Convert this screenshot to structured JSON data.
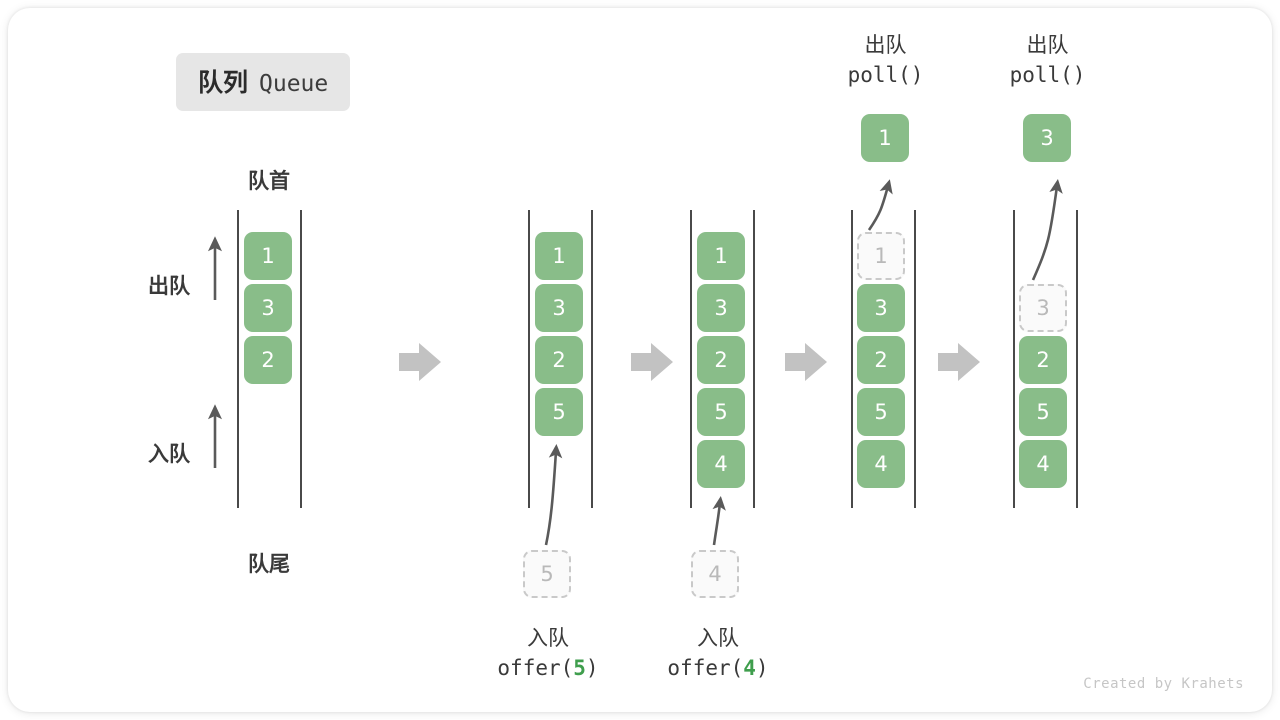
{
  "title": {
    "cn": "队列",
    "en": "Queue"
  },
  "axis_labels": {
    "head": "队首",
    "tail": "队尾",
    "dequeue": "出队",
    "enqueue": "入队"
  },
  "operations": {
    "offer5": {
      "cn": "入队",
      "code_prefix": "offer(",
      "code_value": "5",
      "code_suffix": ")"
    },
    "offer4": {
      "cn": "入队",
      "code_prefix": "offer(",
      "code_value": "4",
      "code_suffix": ")"
    },
    "poll1": {
      "cn": "出队",
      "code_prefix": "poll(",
      "code_value": "",
      "code_suffix": ")"
    },
    "poll2": {
      "cn": "出队",
      "code_prefix": "poll(",
      "code_value": "",
      "code_suffix": ")"
    }
  },
  "colors": {
    "element_green": "#89bd89",
    "ghost_border": "#c9c9c9",
    "ghost_text": "#b9b9b9",
    "rail": "#4a4a4a",
    "arrow": "#5a5a5a",
    "step_arrow": "#c2c2c2",
    "badge_bg": "#e6e6e6",
    "text": "#3a3a3a"
  },
  "stages": [
    {
      "name": "initial",
      "cells": [
        {
          "value": "1",
          "state": "filled"
        },
        {
          "value": "3",
          "state": "filled"
        },
        {
          "value": "2",
          "state": "filled"
        }
      ],
      "incoming": null,
      "outgoing": null
    },
    {
      "name": "after-offer-5",
      "cells": [
        {
          "value": "1",
          "state": "filled"
        },
        {
          "value": "3",
          "state": "filled"
        },
        {
          "value": "2",
          "state": "filled"
        },
        {
          "value": "5",
          "state": "filled"
        }
      ],
      "incoming": {
        "value": "5",
        "state": "ghost"
      },
      "outgoing": null
    },
    {
      "name": "after-offer-4",
      "cells": [
        {
          "value": "1",
          "state": "filled"
        },
        {
          "value": "3",
          "state": "filled"
        },
        {
          "value": "2",
          "state": "filled"
        },
        {
          "value": "5",
          "state": "filled"
        },
        {
          "value": "4",
          "state": "filled"
        }
      ],
      "incoming": {
        "value": "4",
        "state": "ghost"
      },
      "outgoing": null
    },
    {
      "name": "after-poll-1",
      "cells": [
        {
          "value": "1",
          "state": "ghost"
        },
        {
          "value": "3",
          "state": "filled"
        },
        {
          "value": "2",
          "state": "filled"
        },
        {
          "value": "5",
          "state": "filled"
        },
        {
          "value": "4",
          "state": "filled"
        }
      ],
      "incoming": null,
      "outgoing": {
        "value": "1",
        "state": "popped"
      }
    },
    {
      "name": "after-poll-3",
      "cells": [
        {
          "value": "",
          "state": "empty"
        },
        {
          "value": "3",
          "state": "ghost"
        },
        {
          "value": "2",
          "state": "filled"
        },
        {
          "value": "5",
          "state": "filled"
        },
        {
          "value": "4",
          "state": "filled"
        }
      ],
      "incoming": null,
      "outgoing": {
        "value": "3",
        "state": "popped"
      }
    }
  ],
  "step_arrows": 4,
  "watermark": "Created by Krahets"
}
